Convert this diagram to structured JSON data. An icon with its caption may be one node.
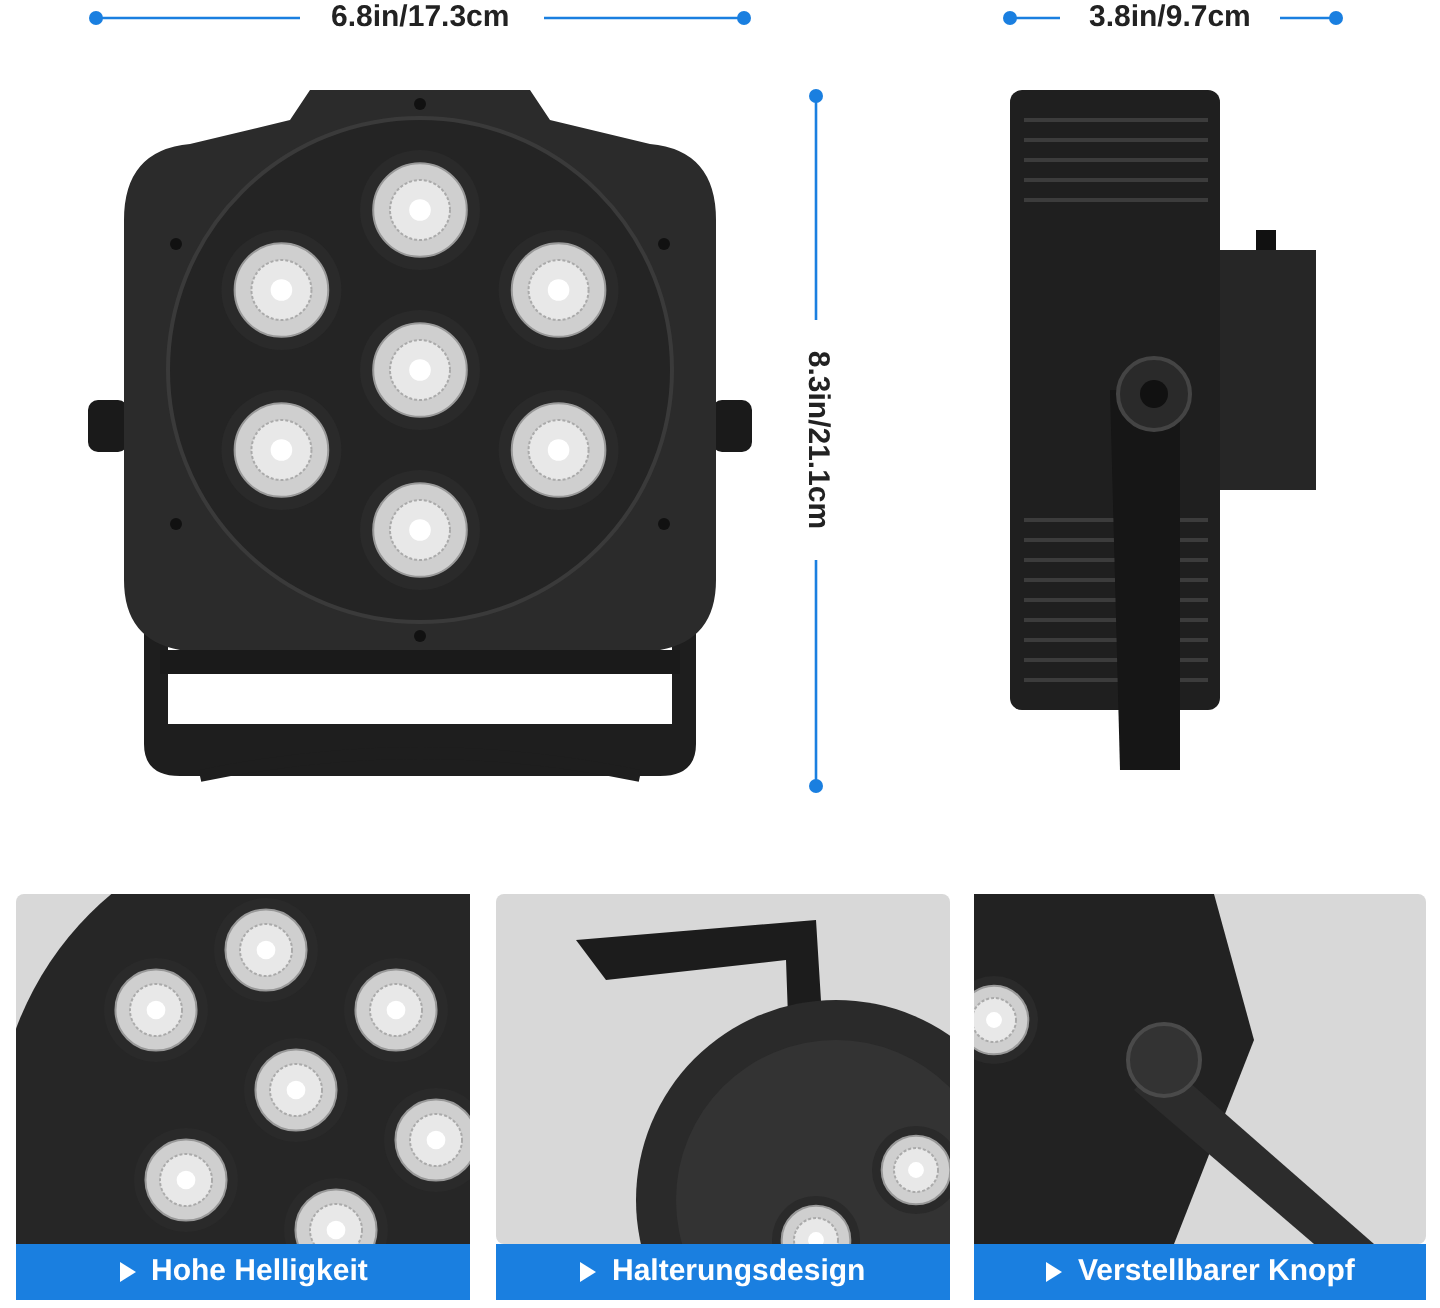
{
  "diagram": {
    "labels": [
      "6.8in/17.3cm",
      "3.8in/9.7cm",
      "8.3in/21.1cm",
      "Hohe Helligkeit",
      "Halterungsdesign",
      "Verstellbarer Knopf"
    ]
  }
}
